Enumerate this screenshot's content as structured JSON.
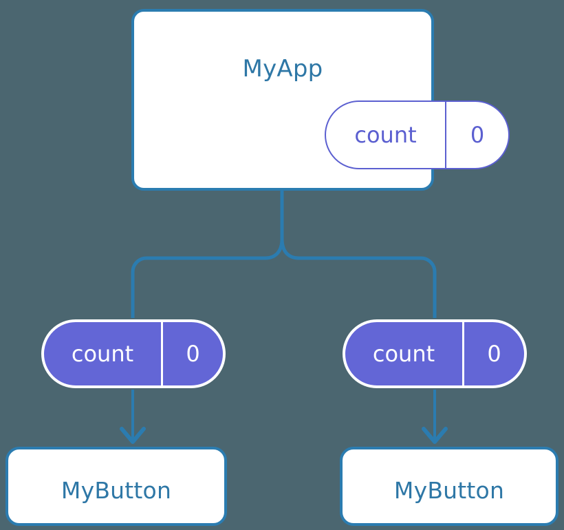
{
  "diagram": {
    "background_color": "#4b6670",
    "accent_blue": "#2b7cb0",
    "title_blue": "#2e77a6",
    "state_purple": "#6366d6",
    "state_purple_outline": "#5b5fd0",
    "root": {
      "component_name": "MyApp",
      "state": {
        "key": "count",
        "value": "0"
      }
    },
    "children": [
      {
        "state": {
          "key": "count",
          "value": "0"
        },
        "component_name": "MyButton"
      },
      {
        "state": {
          "key": "count",
          "value": "0"
        },
        "component_name": "MyButton"
      }
    ]
  }
}
